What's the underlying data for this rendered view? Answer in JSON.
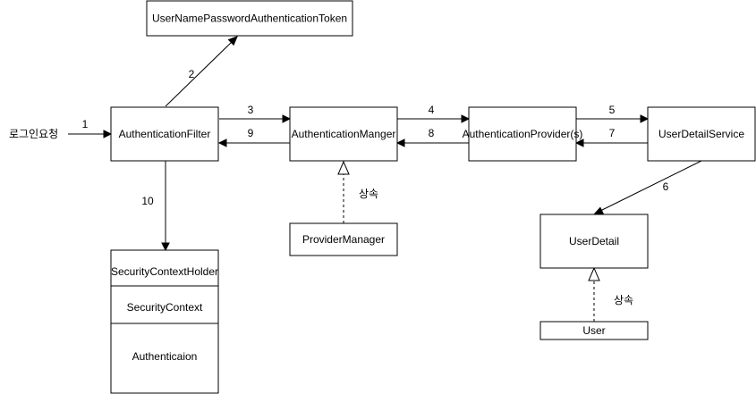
{
  "nodes": {
    "login_request": "로그인요청",
    "token": "UserNamePasswordAuthenticationToken",
    "filter": "AuthenticationFilter",
    "manager": "AuthenticationManger",
    "provider": "AuthenticationProvider(s)",
    "user_detail_service": "UserDetailService",
    "provider_manager": "ProviderManager",
    "user_detail": "UserDetail",
    "user": "User",
    "holder": "SecurityContextHolder",
    "context": "SecurityContext",
    "authentication": "Authenticaion"
  },
  "edges": {
    "e1": "1",
    "e2": "2",
    "e3": "3",
    "e4": "4",
    "e5": "5",
    "e6": "6",
    "e7": "7",
    "e8": "8",
    "e9": "9",
    "e10": "10",
    "inherit_provider_manager": "상속",
    "inherit_user": "상속"
  }
}
